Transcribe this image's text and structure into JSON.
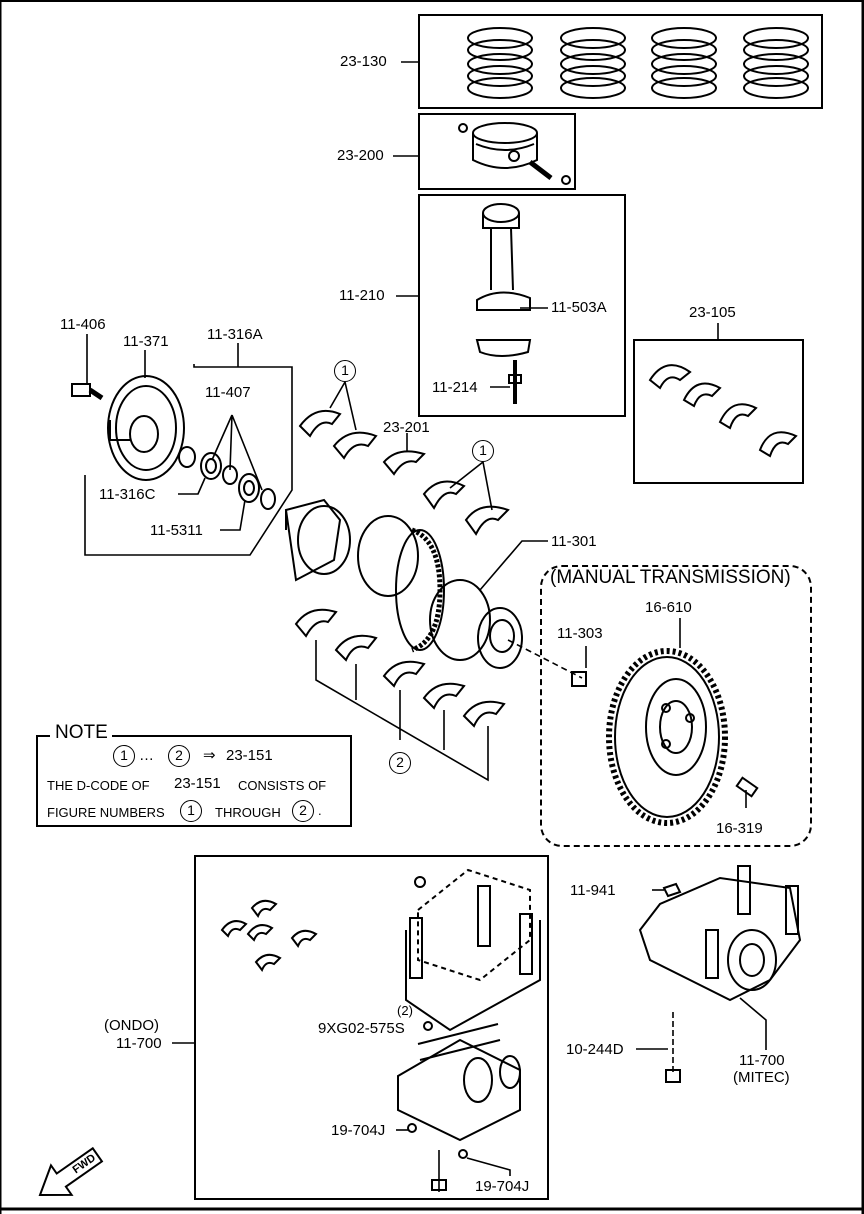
{
  "labels": {
    "p23_130": "23-130",
    "p23_200": "23-200",
    "p11_210": "11-210",
    "p11_503a": "11-503A",
    "p11_214": "11-214",
    "p23_105": "23-105",
    "p11_406": "11-406",
    "p11_371": "11-371",
    "p11_316a": "11-316A",
    "p11_407": "11-407",
    "p11_316c": "11-316C",
    "p11_5311": "11-5311",
    "p23_201": "23-201",
    "p11_301": "11-301",
    "manual_transmission": "(MANUAL TRANSMISSION)",
    "p16_610": "16-610",
    "p11_303": "11-303",
    "p16_319": "16-319",
    "p11_941": "11-941",
    "ondo": "(ONDO)",
    "p11_700": "11-700",
    "p9xg02": "9XG02-575S",
    "p19_704j_a": "19-704J",
    "p19_704j_b": "19-704J",
    "p10_244d": "10-244D",
    "p11_700_mitec": "11-700",
    "mitec": "(MITEC)"
  },
  "callouts": {
    "one": "1",
    "two": "2"
  },
  "note": {
    "title": "NOTE",
    "formula_ellipsis": "…",
    "formula_arrow": "⇒",
    "formula_code": "23-151",
    "line2_a": "THE D-CODE OF",
    "line2_code": "23-151",
    "line2_b": "CONSISTS OF",
    "line3_a": "FIGURE NUMBERS",
    "line3_b": "THROUGH",
    "line3_end": "."
  },
  "fwd_label": "FWD"
}
